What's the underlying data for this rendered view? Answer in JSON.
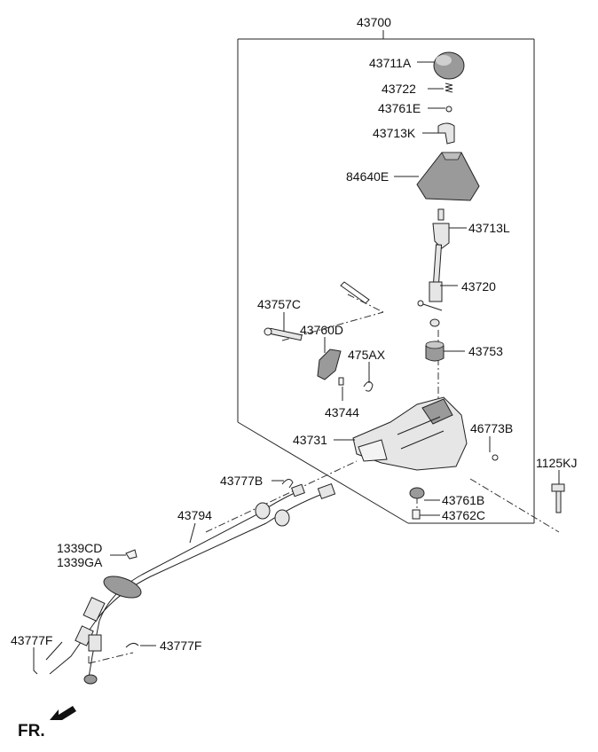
{
  "labels": {
    "assembly": "43700",
    "knob": "43711A",
    "spring": "43722",
    "ball": "43761E",
    "knob_holder": "43713K",
    "boot": "84640E",
    "lever_upper": "43713L",
    "lever": "43720",
    "bracket_pin": "43757C",
    "plate": "43760D",
    "clip": "475AX",
    "bushing": "43753",
    "pin": "43744",
    "base": "43731",
    "ring": "46773B",
    "bolt": "1125KJ",
    "clip_top": "43777B",
    "bush_lower": "43761B",
    "collar": "43762C",
    "cable": "43794",
    "clamp_1": "1339CD",
    "clamp_2": "1339GA",
    "clip_left": "43777F",
    "clip_right": "43777F"
  },
  "front_marker": "FR."
}
